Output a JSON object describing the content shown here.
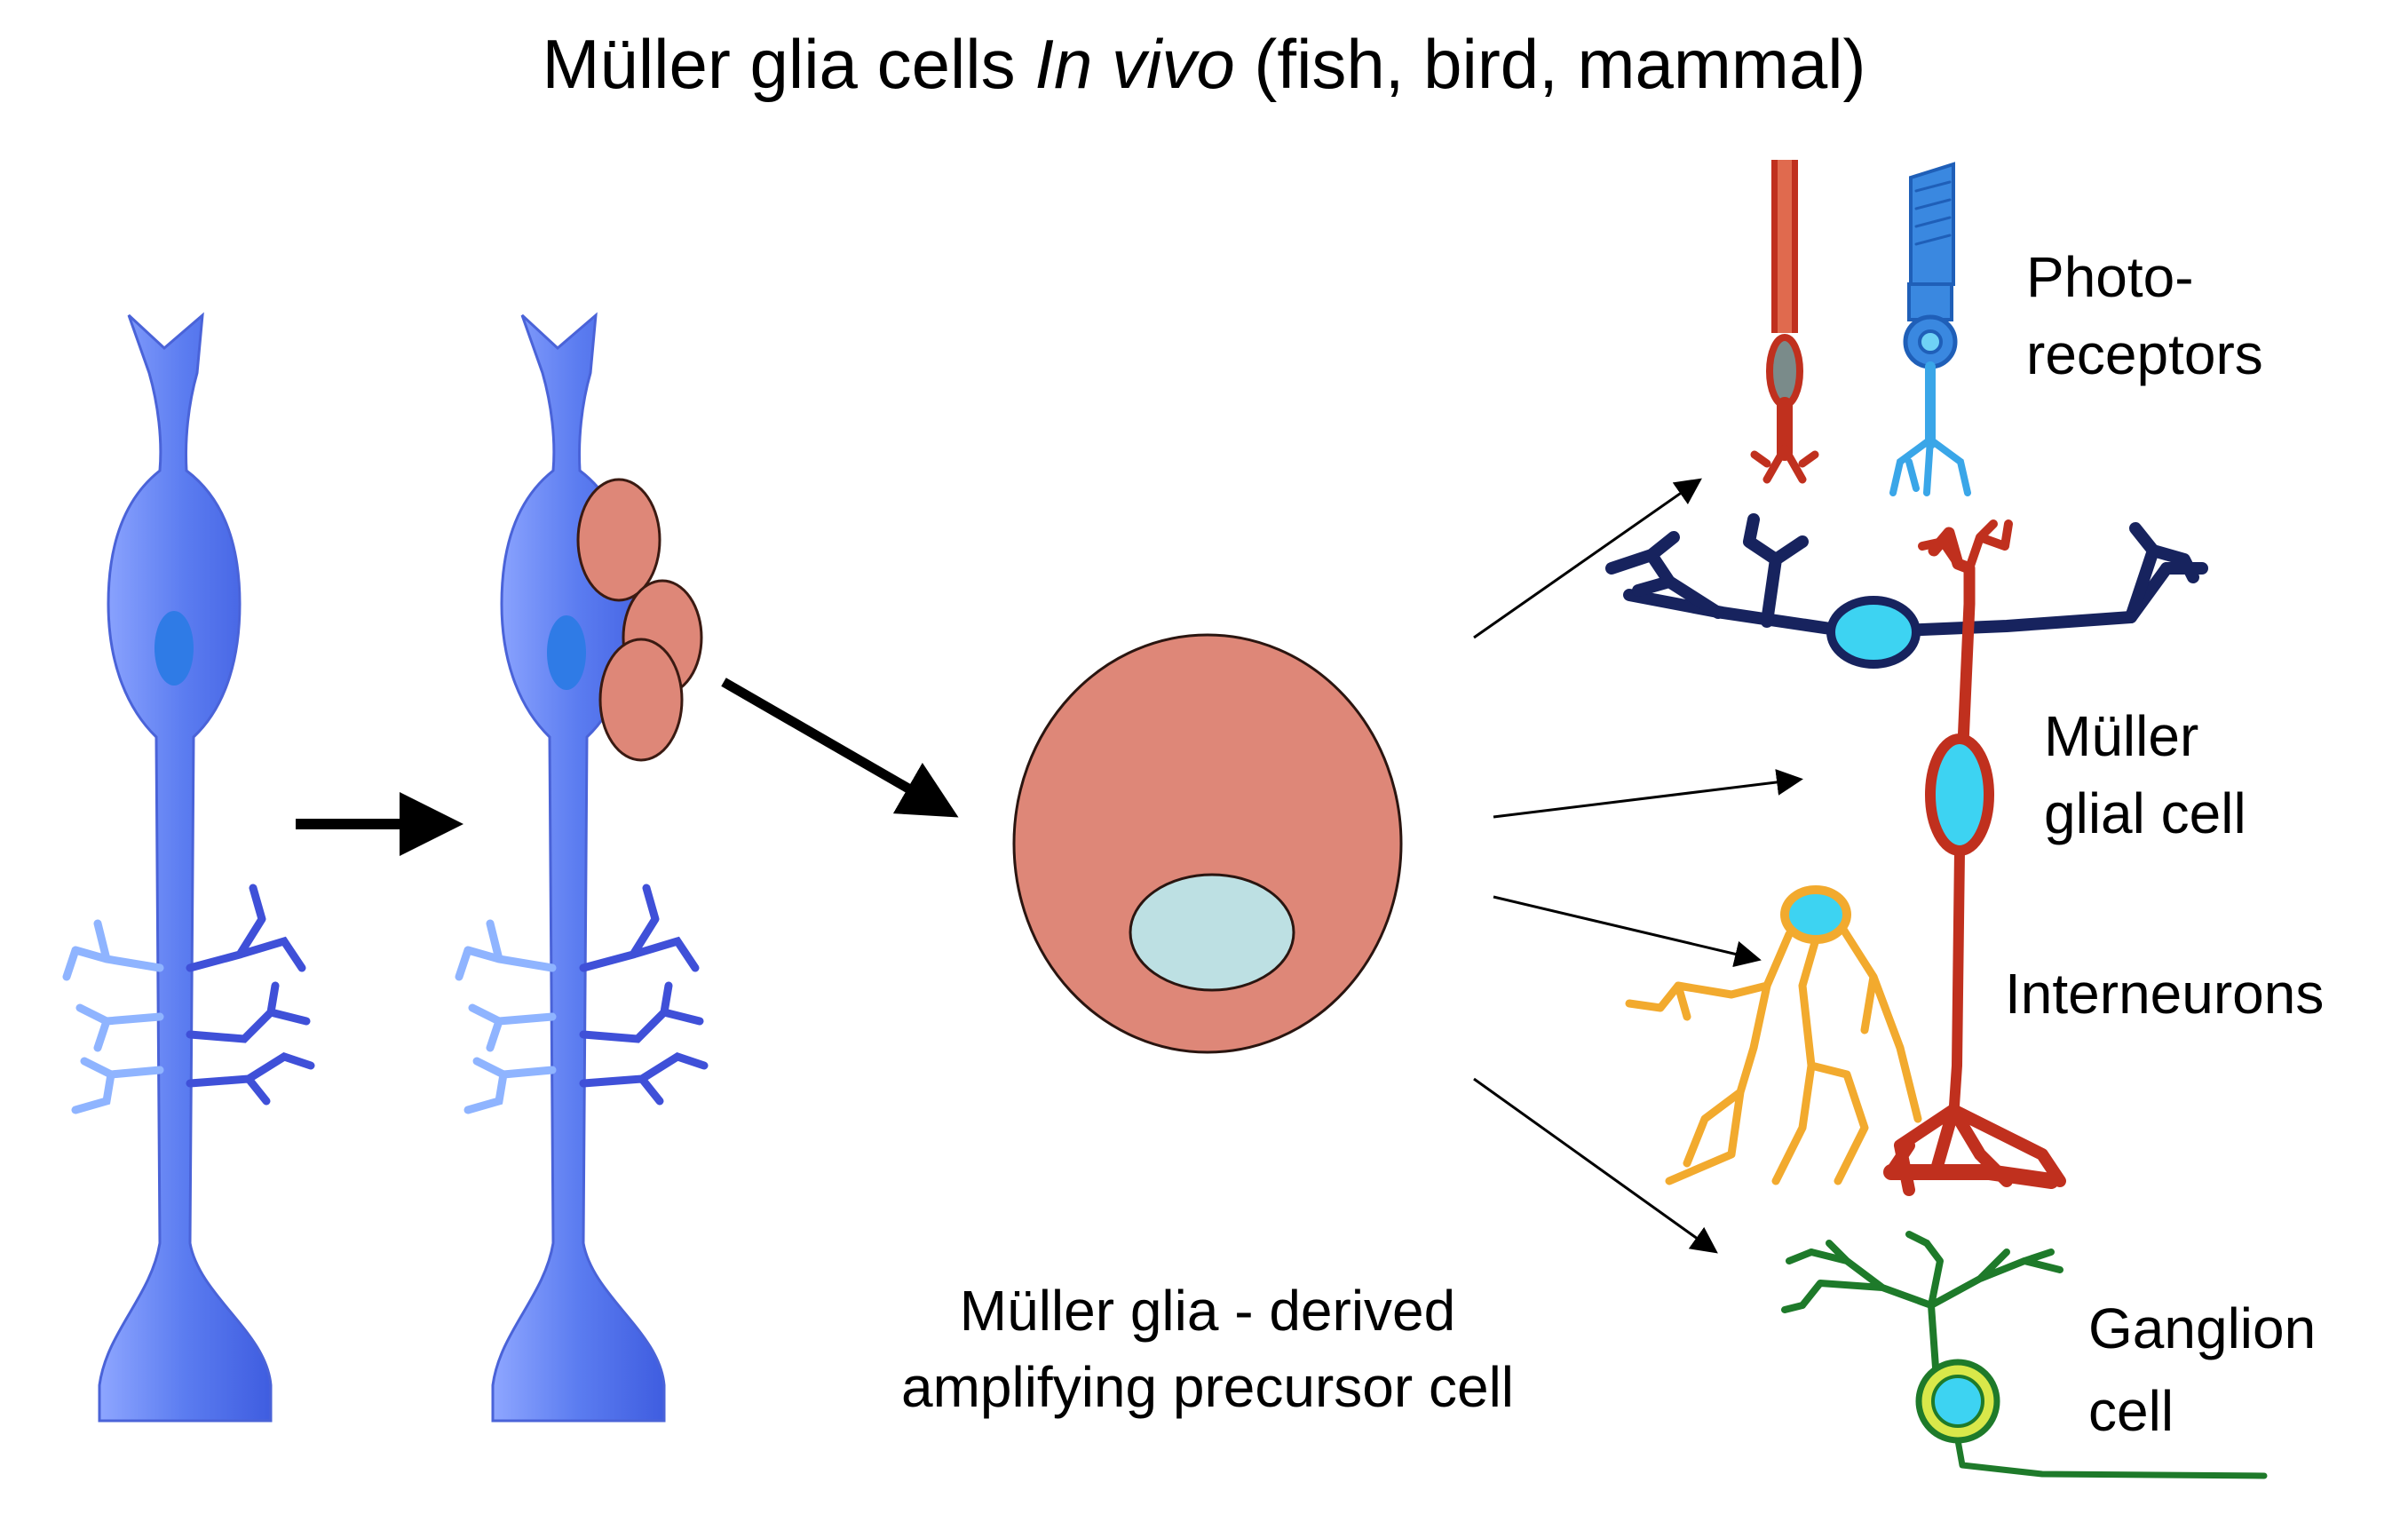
{
  "title": {
    "prefix": "Müller glia cells ",
    "italic": "In vivo",
    "suffix": " (fish, bird, mammal)"
  },
  "labels": {
    "photoreceptors_1": "Photo-",
    "photoreceptors_2": "receptors",
    "muller_1": "Müller",
    "muller_2": "glial cell",
    "interneurons": "Interneurons",
    "ganglion_1": "Ganglion",
    "ganglion_2": "cell",
    "precursor_1": "Müller glia - derived",
    "precursor_2": "amplifying precursor cell"
  },
  "colors": {
    "glia_blue": "#5b7cf0",
    "glia_light": "#8ea6ff",
    "nucleus_blue": "#2f7be6",
    "progenitor_salmon": "#de8778",
    "precursor_nucleus": "#bde0e3",
    "rod_red": "#c0301e",
    "cone_blue": "#3aa6e8",
    "interneuron_navy": "#17235e",
    "interneuron_orange": "#f2aa2e",
    "ganglion_green": "#1e7a2a",
    "ganglion_soma": "#d9e84a",
    "cyan_nucleus": "#36d2f0"
  }
}
